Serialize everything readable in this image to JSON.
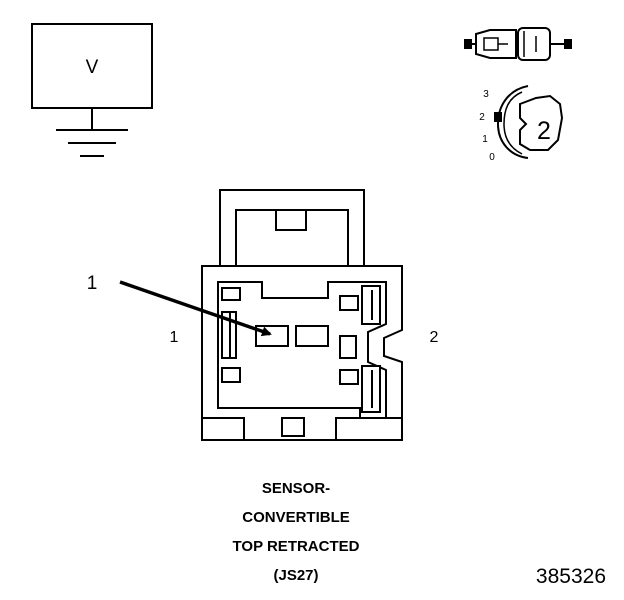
{
  "ground_box": {
    "label": "V"
  },
  "connector_icon": {
    "view_number": "2",
    "position_scale": [
      "3",
      "2",
      "1",
      "0"
    ]
  },
  "connector": {
    "callout": "1",
    "side_left": "1",
    "side_right": "2",
    "caption_lines": [
      "SENSOR-",
      "CONVERTIBLE",
      "TOP RETRACTED",
      "(JS27)"
    ]
  },
  "figure_number": "385326"
}
